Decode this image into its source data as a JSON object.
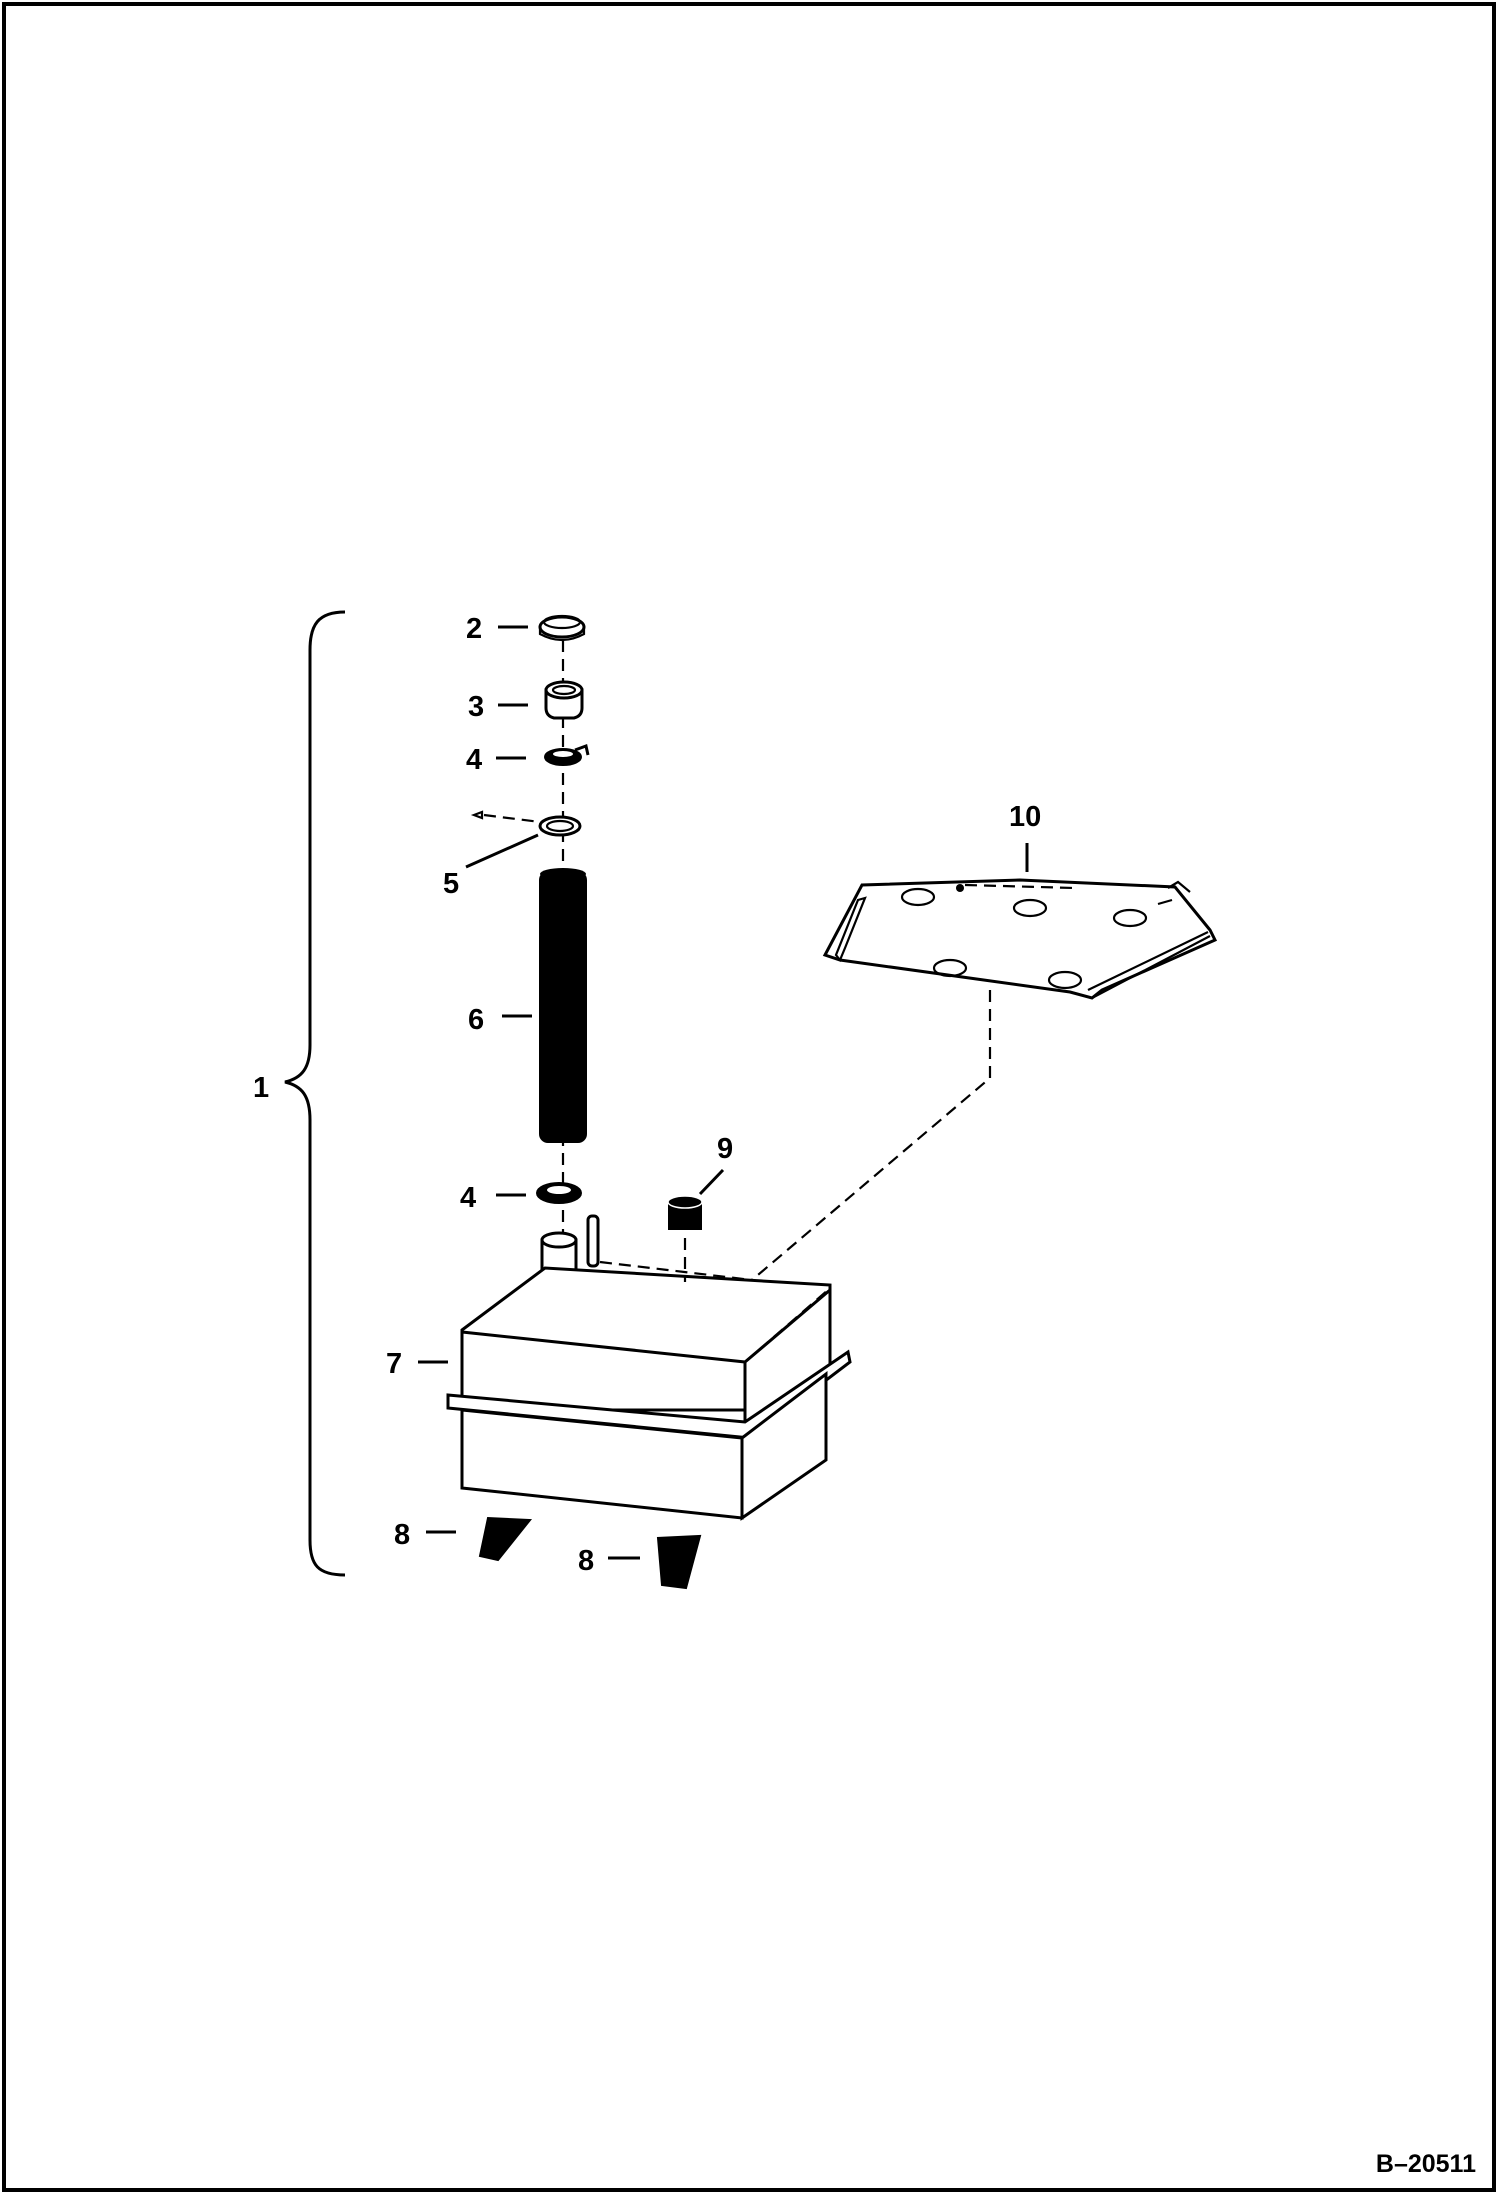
{
  "diagram": {
    "figure_id": "B–20511",
    "callouts": {
      "c1": "1",
      "c2": "2",
      "c3": "3",
      "c4a": "4",
      "c4b": "4",
      "c5": "5",
      "c6": "6",
      "c7": "7",
      "c8a": "8",
      "c8b": "8",
      "c9": "9",
      "c10": "10"
    }
  }
}
